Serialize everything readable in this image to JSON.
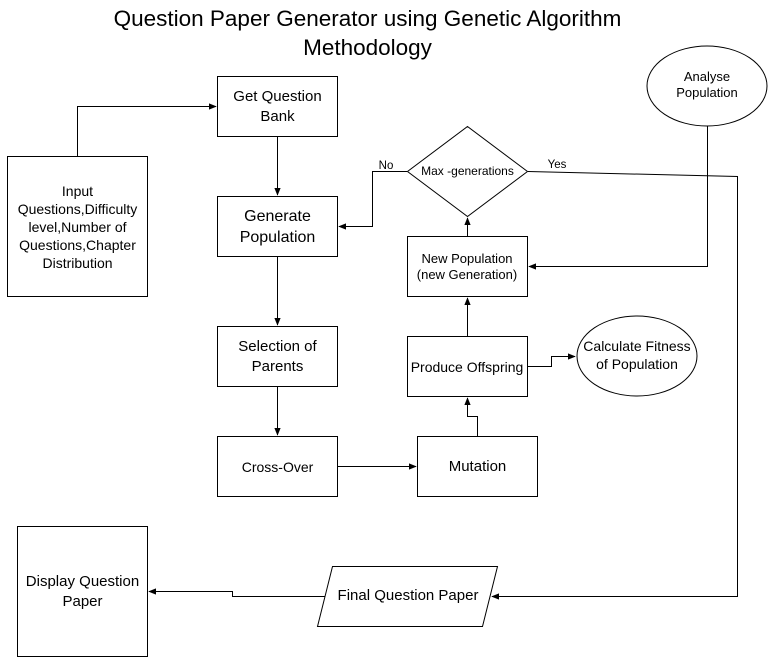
{
  "title": "Question Paper Generator using Genetic Algorithm Methodology",
  "nodes": {
    "input": "Input Questions,Difficulty level,Number of Questions,Chapter Distribution",
    "get_bank": "Get Question Bank",
    "generate_population": "Generate Population",
    "selection": "Selection of Parents",
    "crossover": "Cross-Over",
    "mutation": "Mutation",
    "offspring": "Produce Offspring",
    "fitness": "Calculate Fitness of Population",
    "new_population": "New Population (new Generation)",
    "max_generations": "Max -generations",
    "analyse": "Analyse Population",
    "final_paper": "Final Question Paper",
    "display": "Display Question Paper"
  },
  "edge_labels": {
    "no": "No",
    "yes": "Yes"
  }
}
